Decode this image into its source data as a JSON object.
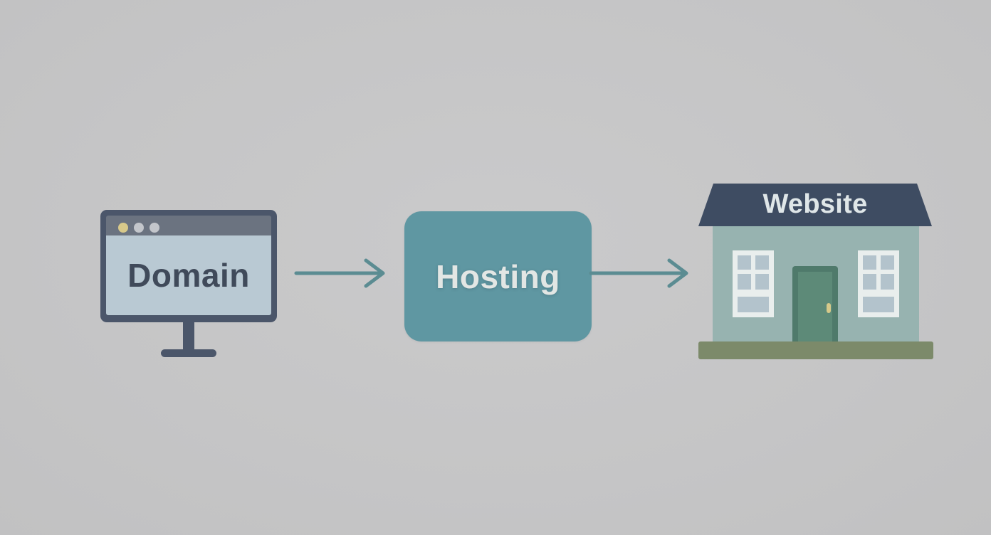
{
  "diagram": {
    "nodes": [
      {
        "id": "domain",
        "label": "Domain",
        "icon": "monitor-icon"
      },
      {
        "id": "hosting",
        "label": "Hosting",
        "icon": "rounded-box"
      },
      {
        "id": "website",
        "label": "Website",
        "icon": "house-icon"
      }
    ],
    "edges": [
      {
        "from": "domain",
        "to": "hosting"
      },
      {
        "from": "hosting",
        "to": "website"
      }
    ]
  },
  "colors": {
    "background": "#c6c6c7",
    "monitor_frame": "#4b566a",
    "monitor_screen": "#b9c9d3",
    "window_dot_accent": "#d8c98a",
    "hosting_fill": "#5f97a2",
    "arrow": "#5b8c92",
    "roof": "#3e4c62",
    "house_wall": "#97b3b0",
    "door": "#5d8a78",
    "ground": "#7c8a6a"
  }
}
